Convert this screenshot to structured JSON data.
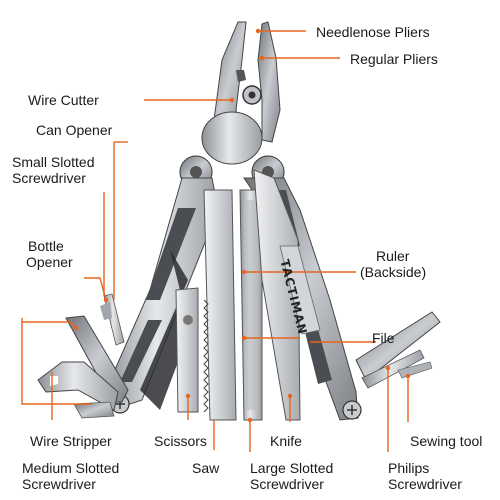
{
  "brand": "TACTIMAN",
  "accent_color": "#e8641e",
  "labels": {
    "needlenose_pliers": "Needlenose Pliers",
    "regular_pliers": "Regular Pliers",
    "wire_cutter": "Wire Cutter",
    "can_opener": "Can Opener",
    "small_slotted_1": "Small Slotted",
    "small_slotted_2": "Screwdriver",
    "bottle_opener_1": "Bottle",
    "bottle_opener_2": "Opener",
    "ruler_1": "Ruler",
    "ruler_2": "(Backside)",
    "file": "File",
    "wire_stripper": "Wire Stripper",
    "scissors": "Scissors",
    "knife": "Knife",
    "sewing_tool": "Sewing tool",
    "medium_slotted_1": "Medium Slotted",
    "medium_slotted_2": "Screwdriver",
    "saw": "Saw",
    "large_slotted_1": "Large Slotted",
    "large_slotted_2": "Screwdriver",
    "philips_1": "Philips",
    "philips_2": "Screwdriver"
  }
}
